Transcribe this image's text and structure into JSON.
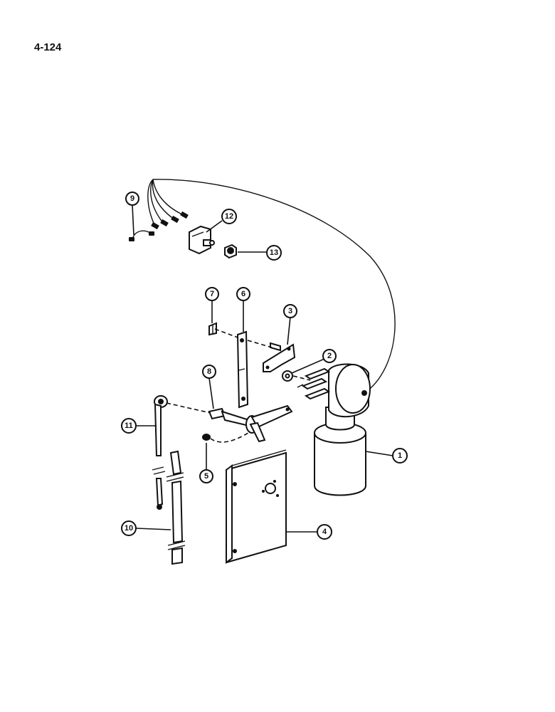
{
  "page": {
    "number": "4-124"
  },
  "callouts": [
    {
      "id": "c1",
      "label": "1"
    },
    {
      "id": "c2",
      "label": "2"
    },
    {
      "id": "c3",
      "label": "3"
    },
    {
      "id": "c4",
      "label": "4"
    },
    {
      "id": "c5",
      "label": "5"
    },
    {
      "id": "c6",
      "label": "6"
    },
    {
      "id": "c7",
      "label": "7"
    },
    {
      "id": "c8",
      "label": "8"
    },
    {
      "id": "c9",
      "label": "9"
    },
    {
      "id": "c10",
      "label": "10"
    },
    {
      "id": "c11",
      "label": "11"
    },
    {
      "id": "c12",
      "label": "12"
    },
    {
      "id": "c13",
      "label": "13"
    }
  ]
}
